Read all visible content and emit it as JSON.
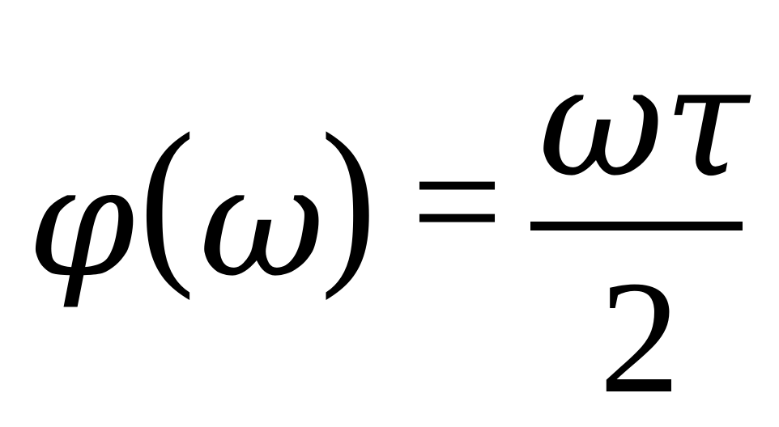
{
  "equation": {
    "lhs_function": "φ",
    "lhs_open_paren": "(",
    "lhs_argument": "ω",
    "lhs_close_paren": ")",
    "relation": "=",
    "numerator": "ωτ",
    "denominator": "2"
  }
}
